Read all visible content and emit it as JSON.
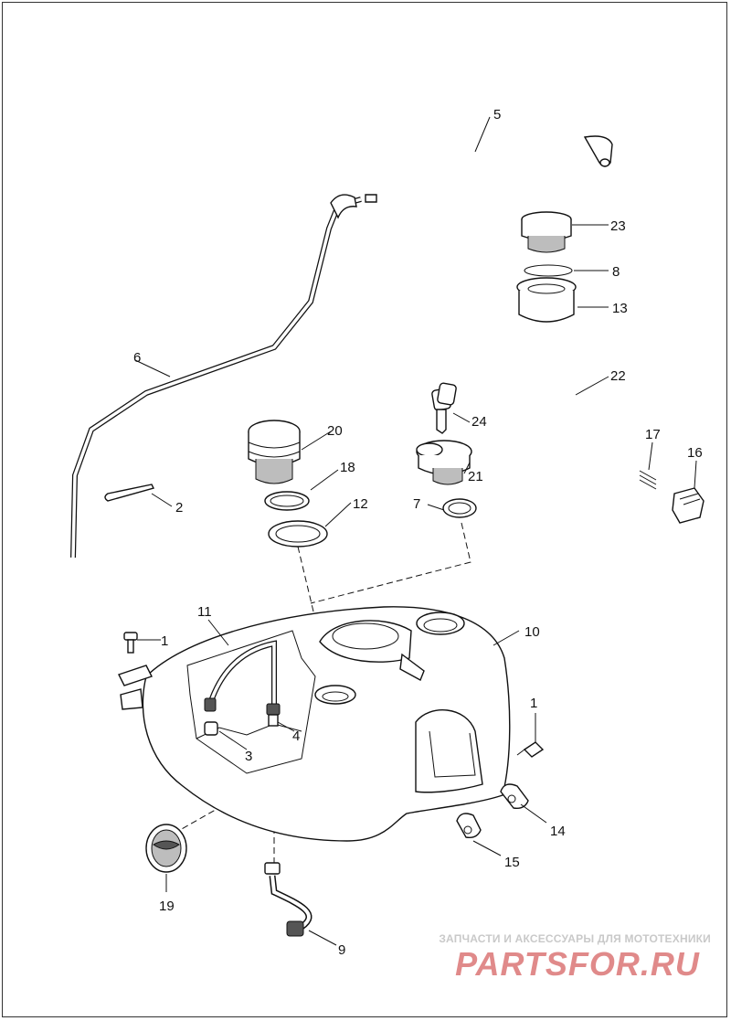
{
  "diagram": {
    "callouts": [
      "1",
      "1",
      "2",
      "3",
      "4",
      "5",
      "6",
      "7",
      "8",
      "9",
      "10",
      "11",
      "12",
      "13",
      "14",
      "15",
      "16",
      "17",
      "18",
      "19",
      "20",
      "21",
      "22",
      "23",
      "24"
    ]
  },
  "watermark": {
    "caption": "ЗАПЧАСТИ И АКСЕССУАРЫ ДЛЯ МОТОТЕХНИКИ",
    "logo_text": "PARTSFOR.RU",
    "logo_color": "#e08a8a"
  }
}
